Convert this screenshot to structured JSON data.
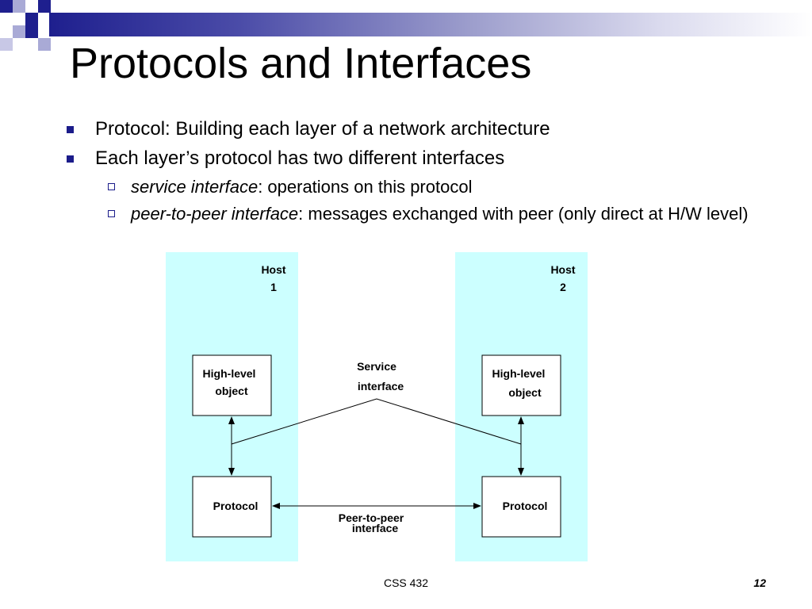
{
  "slide": {
    "title": "Protocols and Interfaces",
    "bullets": [
      {
        "text": "Protocol: Building each layer of a network architecture"
      },
      {
        "text": "Each layer’s protocol has two different interfaces"
      }
    ],
    "subbullets": [
      {
        "term": "service interface",
        "rest": ": operations on this protocol"
      },
      {
        "term": "peer-to-peer interface",
        "rest": ": messages exchanged with peer (only direct at H/W level)"
      }
    ]
  },
  "diagram": {
    "host1": {
      "line1": "Host",
      "line2": "1"
    },
    "host2": {
      "line1": "Host",
      "line2": "2"
    },
    "left_object": {
      "line1": "High-level",
      "line2": "object"
    },
    "right_object": {
      "line1": "High-level",
      "line2": "object"
    },
    "left_protocol": "Protocol",
    "right_protocol": "Protocol",
    "service_interface": {
      "line1": "Service",
      "line2": "interface"
    },
    "peer_interface": {
      "line1": "Peer-to-peer",
      "line2": "interface"
    },
    "host_fill": "#ccffff"
  },
  "footer": {
    "course": "CSS 432",
    "page": "12"
  },
  "colors": {
    "bullet": "#1b1c8a",
    "header_dark": "#1e1f8e"
  }
}
